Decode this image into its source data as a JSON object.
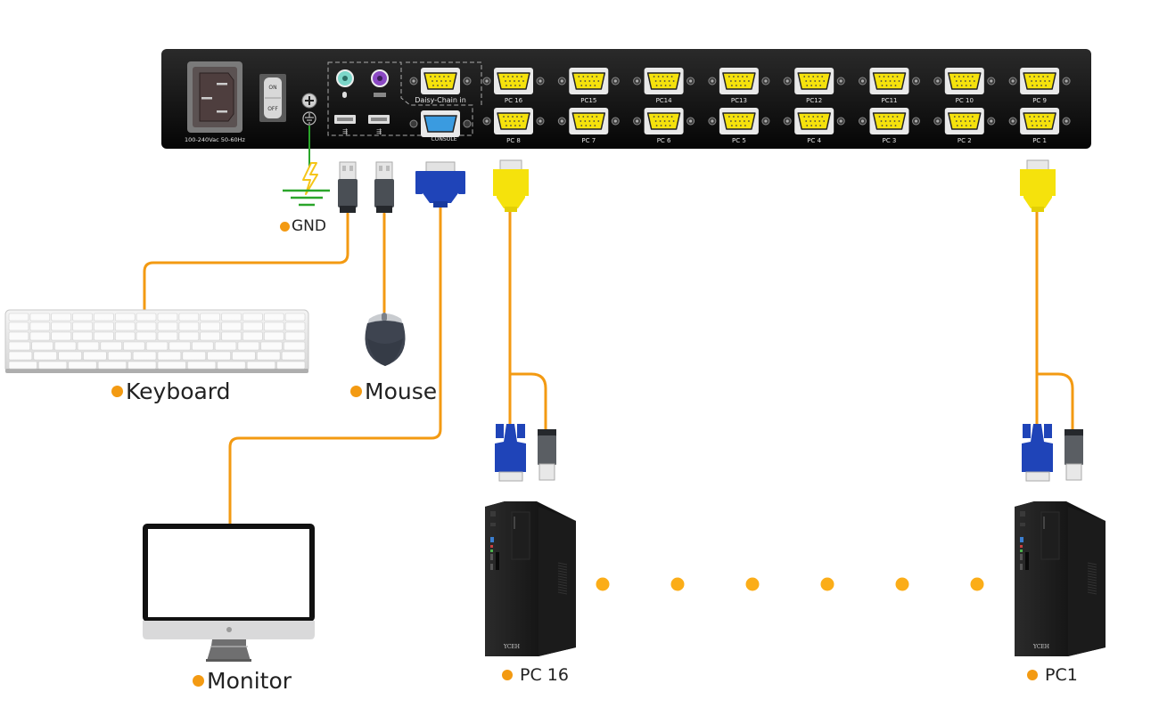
{
  "diagram": {
    "title": "16-Port KVM Switch Connection Diagram",
    "panel": {
      "power_rating": "100-240Vac 50-60Hz",
      "switch_on": "ON",
      "switch_off": "OFF",
      "daisy_chain_label": "Daisy-Chain in",
      "console_label": "CONSOLE",
      "pc_ports_top": [
        "PC 16",
        "PC15",
        "PC14",
        "PC13",
        "PC12",
        "PC11",
        "PC 10",
        "PC 9"
      ],
      "pc_ports_bottom": [
        "PC 8",
        "PC 7",
        "PC 6",
        "PC 5",
        "PC 4",
        "PC 3",
        "PC 2",
        "PC 1"
      ]
    },
    "labels": {
      "gnd": "GND",
      "keyboard": "Keyboard",
      "mouse": "Mouse",
      "monitor": "Monitor",
      "pc16": "PC 16",
      "pc1": "PC1"
    },
    "pc_brand": "YCEH",
    "ellipsis_dots": 6,
    "colors": {
      "wire": "#f39a12",
      "dot": "#fbad18",
      "ground": "#2aa52a",
      "vga_blue": "#1f44b8",
      "vga_yellow": "#f5e20c",
      "panel": "#111111"
    }
  }
}
